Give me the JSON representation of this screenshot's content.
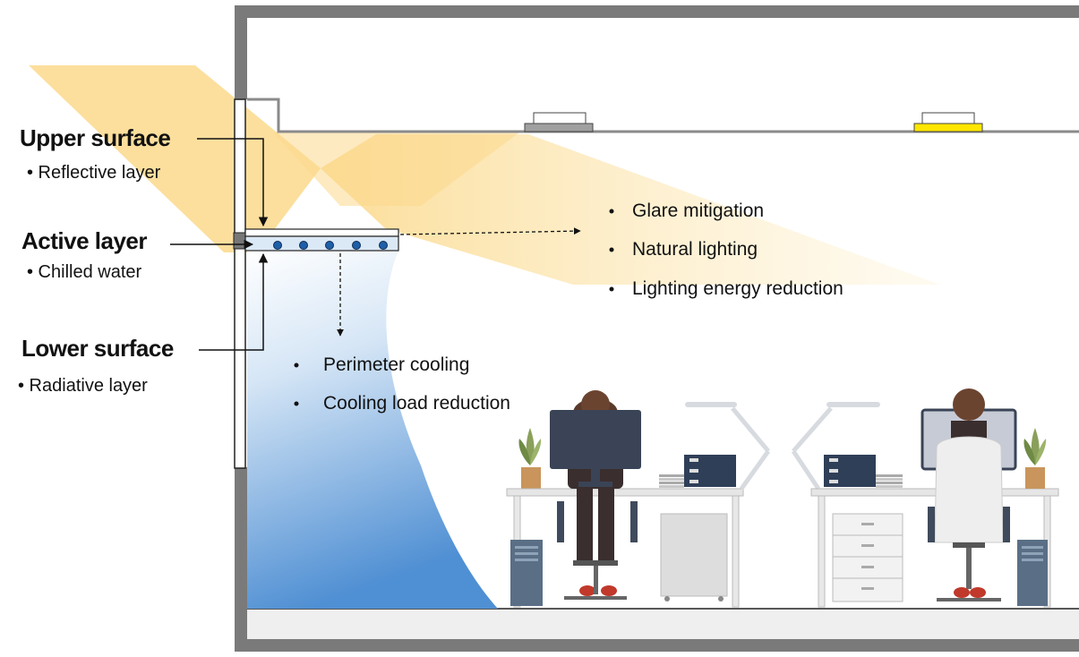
{
  "labels": {
    "upper_surface": {
      "title": "Upper surface",
      "desc": "• Reflective layer"
    },
    "active_layer": {
      "title": "Active layer",
      "desc": "• Chilled water"
    },
    "lower_surface": {
      "title": "Lower surface",
      "desc": "• Radiative layer"
    }
  },
  "lighting_benefits": [
    "Glare mitigation",
    "Natural lighting",
    "Lighting energy reduction"
  ],
  "cooling_benefits": [
    "Perimeter cooling",
    "Cooling load reduction"
  ],
  "bullet_symbol": "•",
  "colors": {
    "sunlight": "#fbd98c",
    "chilled_gradient_top": "#ffffff",
    "chilled_gradient_bottom": "#4f8fd3",
    "pipe": "#1f5fa8",
    "wall": "#7a7a7a",
    "luminaire_on": "#ffe600",
    "luminaire_off": "#a0a0a0",
    "monitor": "#3a4456"
  }
}
